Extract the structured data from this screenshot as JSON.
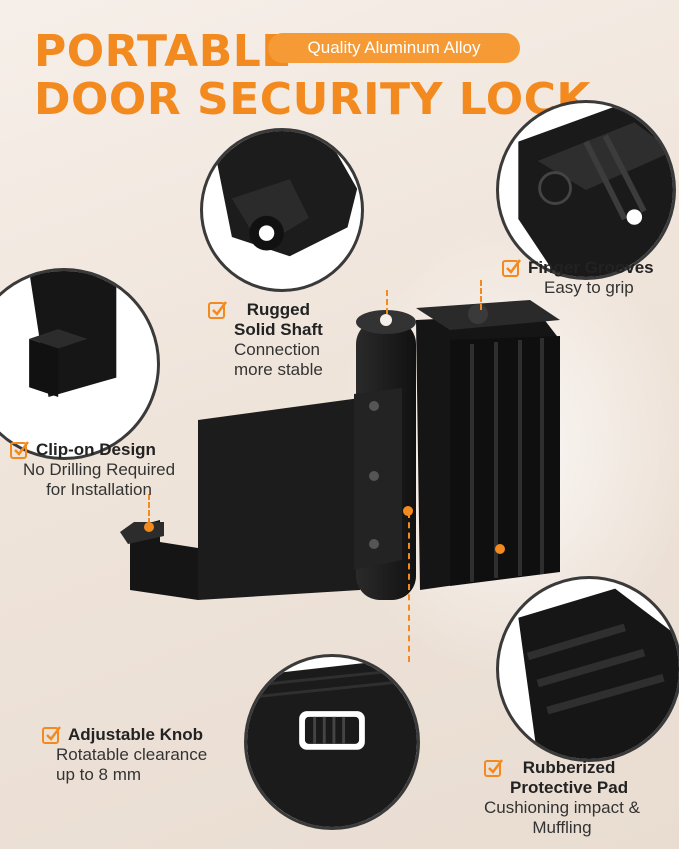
{
  "title": {
    "line1": "PORTABLE",
    "line2": "DOOR SECURITY LOCK"
  },
  "badge": "Quality Aluminum Alloy",
  "colors": {
    "accent": "#f28a1f",
    "badge": "#f59a34",
    "product": "#1a1a1a"
  },
  "features": {
    "shaft": {
      "title_line1": "Rugged",
      "title_line2": "Solid Shaft",
      "desc_line1": "Connection",
      "desc_line2": "more stable"
    },
    "grooves": {
      "title": "Finger Grooves",
      "desc": "Easy to grip"
    },
    "clip": {
      "title": "Clip-on Design",
      "desc_line1": "No Drilling Required",
      "desc_line2": "for Installation"
    },
    "knob": {
      "title": "Adjustable Knob",
      "desc_line1": "Rotatable clearance",
      "desc_line2": "up to 8 mm"
    },
    "pad": {
      "title_line1": "Rubberized",
      "title_line2": "Protective Pad",
      "desc_line1": "Cushioning impact &",
      "desc_line2": "Muffling"
    }
  },
  "icons": [
    "check-box-icon"
  ]
}
